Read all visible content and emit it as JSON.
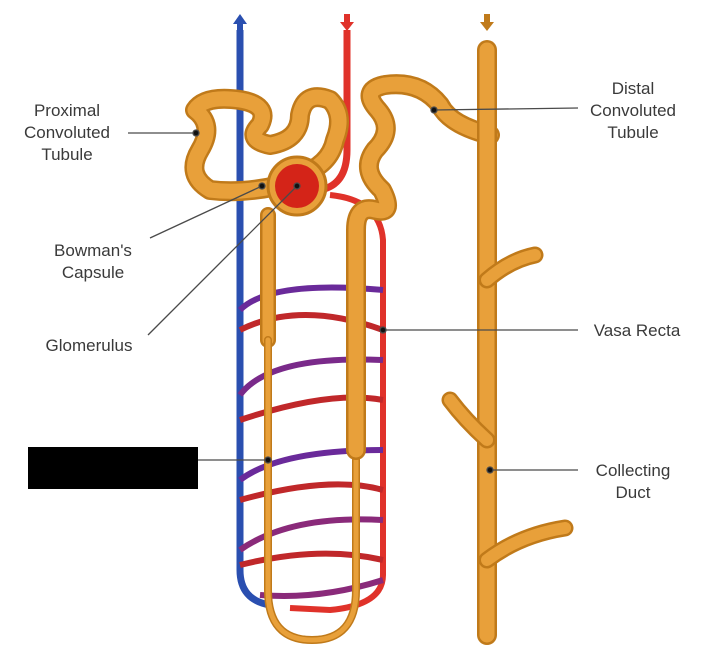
{
  "labels": {
    "pct": [
      "Proximal",
      "Convoluted",
      "Tubule"
    ],
    "bowman": [
      "Bowman's",
      "Capsule"
    ],
    "glomerulus": "Glomerulus",
    "dct": [
      "Distal",
      "Convoluted",
      "Tubule"
    ],
    "vasa_recta": "Vasa Recta",
    "collecting": [
      "Collecting",
      "Duct"
    ]
  },
  "colors": {
    "tubule": "#e8a03a",
    "tubule_edge": "#c07a1a",
    "artery": "#e0322a",
    "vein": "#2a4fb0",
    "mixed": "#8a2a7a",
    "glomerulus": "#d42418",
    "leader": "#4a4a4a",
    "redaction": "#000000"
  },
  "icons": [
    "up-arrow-icon",
    "down-arrow-icon",
    "down-arrow-icon"
  ]
}
